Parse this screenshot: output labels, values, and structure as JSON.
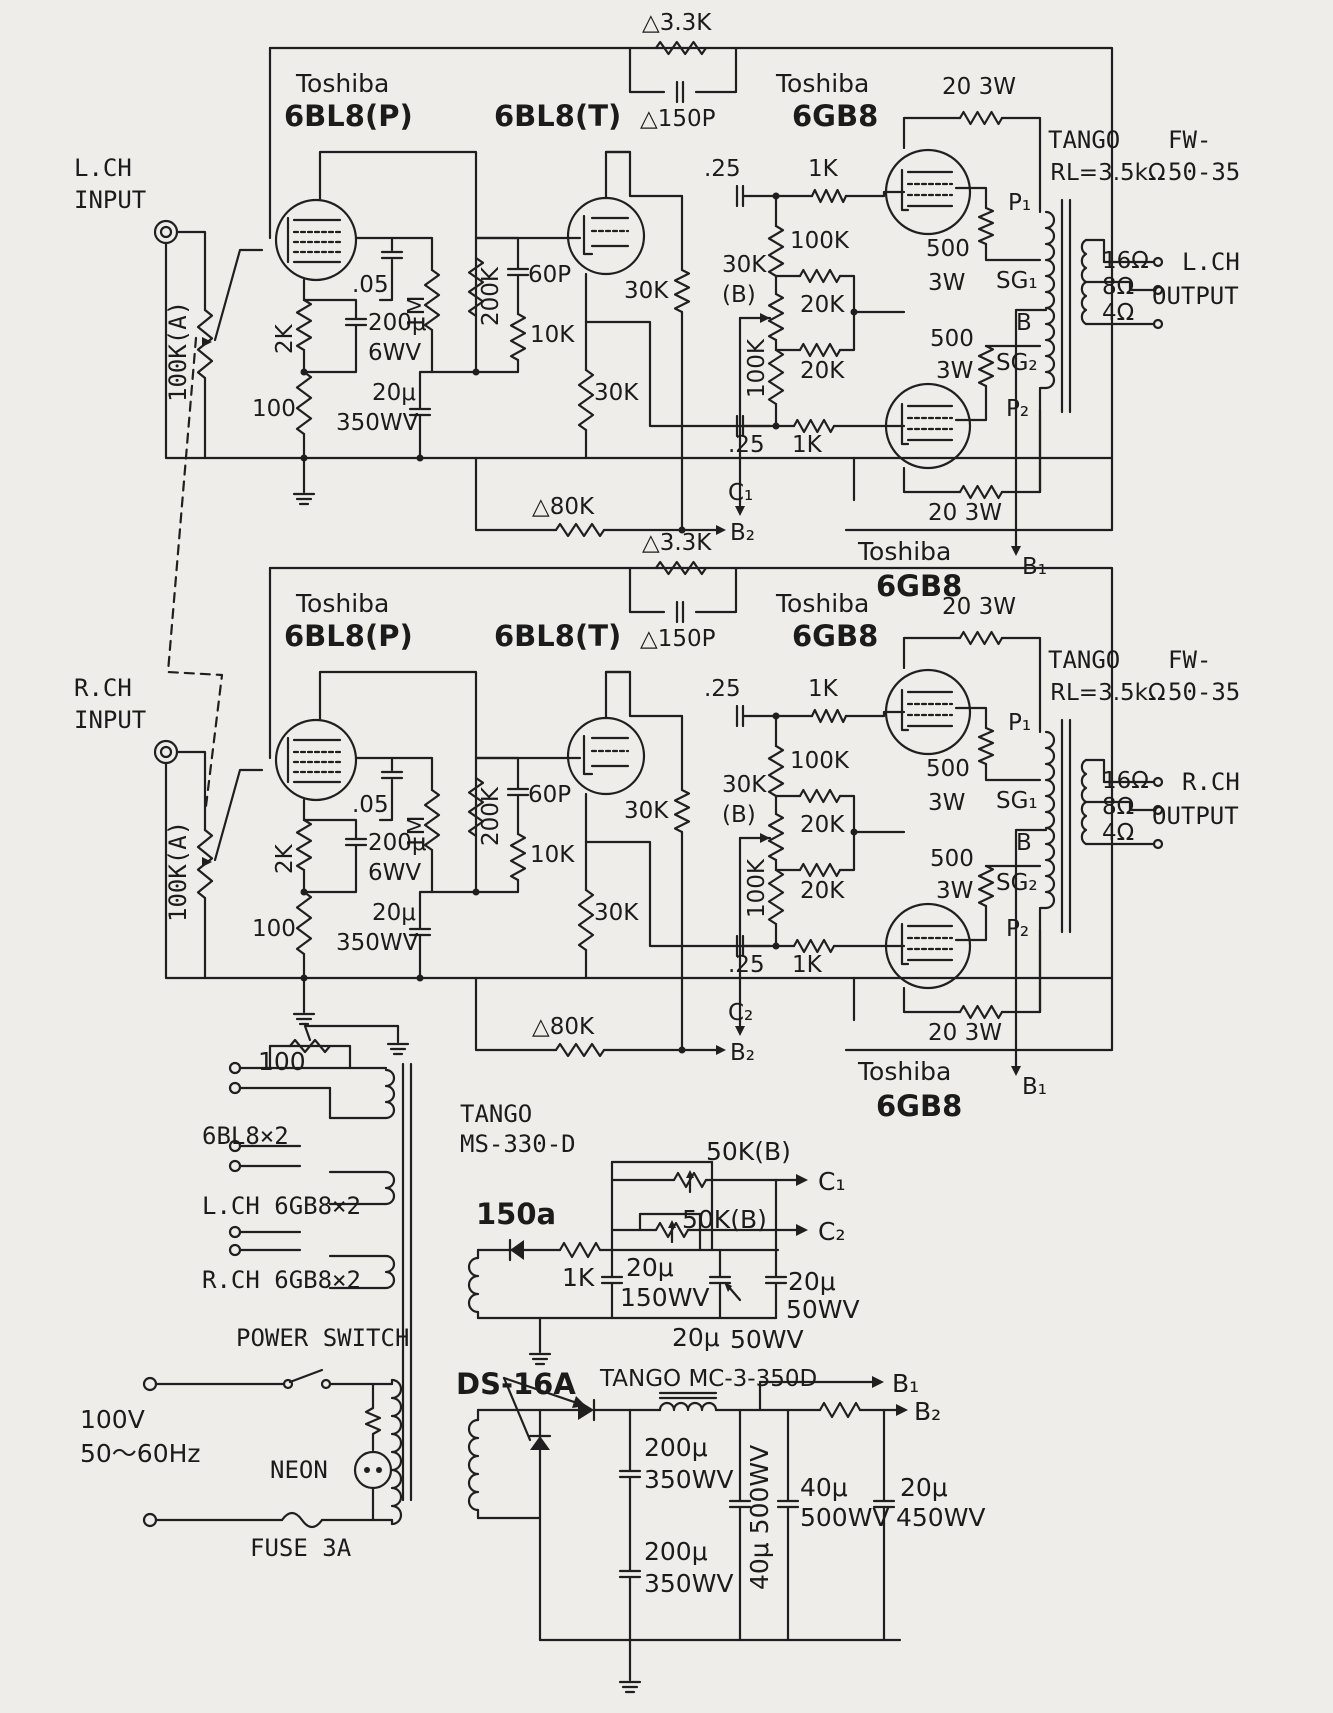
{
  "top": {
    "left_input": [
      "L.CH",
      "INPUT"
    ],
    "volume": "100K(A)",
    "pre_brand": "Toshiba",
    "pre_tube": "6BL8(P)",
    "driver_tube": "6BL8(T)",
    "out_brand": "Toshiba",
    "out_tube": "6GB8",
    "out_brand2": "Toshiba",
    "out_tube2": "6GB8",
    "fb_res": "△3.3K",
    "fb_cap": "△150P",
    "c_05": ".05",
    "r_2k": "2K",
    "r_100": "100",
    "c_200u": "200μ",
    "c_6wv": "6WV",
    "c_20u": "20μ",
    "c_350wv": "350WV",
    "r_1m": "1M",
    "r_200k": "200K",
    "c_60p": "60P",
    "r_10k": "10K",
    "r_30k_plate": "30K",
    "r_30k_cath": "30K",
    "r_80k": "△80K",
    "c_25a": ".25",
    "c_25b": ".25",
    "r_1k_a": "1K",
    "r_1k_b": "1K",
    "r_100k_a": "100K",
    "r_100k_b": "100K",
    "pot_30k": "30K",
    "pot_b": "(B)",
    "r_20k_a": "20K",
    "r_20k_b": "20K",
    "r_500_a": "500",
    "r_3w_a": "3W",
    "r_500_b": "500",
    "r_3w_b": "3W",
    "r_20_3w_a": "20 3W",
    "r_20_3w_b": "20 3W",
    "otrans": "TANGO",
    "otrans_model_a": "FW-",
    "otrans_model_b": "50-35",
    "rl": "RL=3.5kΩ",
    "p1": "P₁",
    "sg1": "SG₁",
    "tap_b": "B",
    "sg2": "SG₂",
    "p2": "P₂",
    "tap_16": "16Ω",
    "tap_8": "8Ω",
    "tap_4": "4Ω",
    "output": [
      "L.CH",
      "OUTPUT"
    ],
    "node_c": "C₁",
    "node_b2": "B₂",
    "node_b1": "B₁"
  },
  "bottom": {
    "left_input": [
      "R.CH",
      "INPUT"
    ],
    "volume": "100K(A)",
    "pre_brand": "Toshiba",
    "pre_tube": "6BL8(P)",
    "driver_tube": "6BL8(T)",
    "out_brand": "Toshiba",
    "out_tube": "6GB8",
    "out_brand2": "Toshiba",
    "out_tube2": "6GB8",
    "fb_res": "△3.3K",
    "fb_cap": "△150P",
    "c_05": ".05",
    "r_2k": "2K",
    "r_100": "100",
    "c_200u": "200μ",
    "c_6wv": "6WV",
    "c_20u": "20μ",
    "c_350wv": "350WV",
    "r_1m": "1M",
    "r_200k": "200K",
    "c_60p": "60P",
    "r_10k": "10K",
    "r_30k_plate": "30K",
    "r_30k_cath": "30K",
    "r_80k": "△80K",
    "c_25a": ".25",
    "c_25b": ".25",
    "r_1k_a": "1K",
    "r_1k_b": "1K",
    "r_100k_a": "100K",
    "r_100k_b": "100K",
    "pot_30k": "30K",
    "pot_b": "(B)",
    "r_20k_a": "20K",
    "r_20k_b": "20K",
    "r_500_a": "500",
    "r_3w_a": "3W",
    "r_500_b": "500",
    "r_3w_b": "3W",
    "r_20_3w_a": "20 3W",
    "r_20_3w_b": "20 3W",
    "otrans": "TANGO",
    "otrans_model_a": "FW-",
    "otrans_model_b": "50-35",
    "rl": "RL=3.5kΩ",
    "p1": "P₁",
    "sg1": "SG₁",
    "tap_b": "B",
    "sg2": "SG₂",
    "p2": "P₂",
    "tap_16": "16Ω",
    "tap_8": "8Ω",
    "tap_4": "4Ω",
    "output": [
      "R.CH",
      "OUTPUT"
    ],
    "node_c": "C₂",
    "node_b2": "B₂",
    "node_b1": "B₁"
  },
  "power": {
    "hum_pot": "100",
    "heater_a": "6BL8×2",
    "heater_b": "L.CH  6GB8×2",
    "heater_c": "R.CH  6GB8×2",
    "ptrans": "TANGO",
    "ptrans_model": "MS-330-D",
    "bias_diode": "150a",
    "bias_res": "1K",
    "bias_cap1": "20μ",
    "bias_cap1_v": "150WV",
    "bias_pot1": "50K(B)",
    "bias_pot2": "50K(B)",
    "bias_cap2": "20μ",
    "bias_cap2_v": "50WV",
    "bias_cap3": "20μ",
    "bias_cap3_v": "50WV",
    "node_c1": "C₁",
    "node_c2": "C₂",
    "power_switch": "POWER SWITCH",
    "mains_v": "100V",
    "mains_hz": "50～60Hz",
    "neon": "NEON",
    "fuse": "FUSE 3A",
    "rect": "DS-16A",
    "choke": "TANGO MC-3-350D",
    "cap_a": "200μ",
    "cap_a_v": "350WV",
    "cap_b": "200μ",
    "cap_b_v": "350WV",
    "cap_c": "40μ 500WV",
    "cap_d": "40μ",
    "cap_d_v": "500WV",
    "cap_e": "20μ",
    "cap_e_v": "450WV",
    "node_b1": "B₁",
    "node_b2": "B₂"
  }
}
